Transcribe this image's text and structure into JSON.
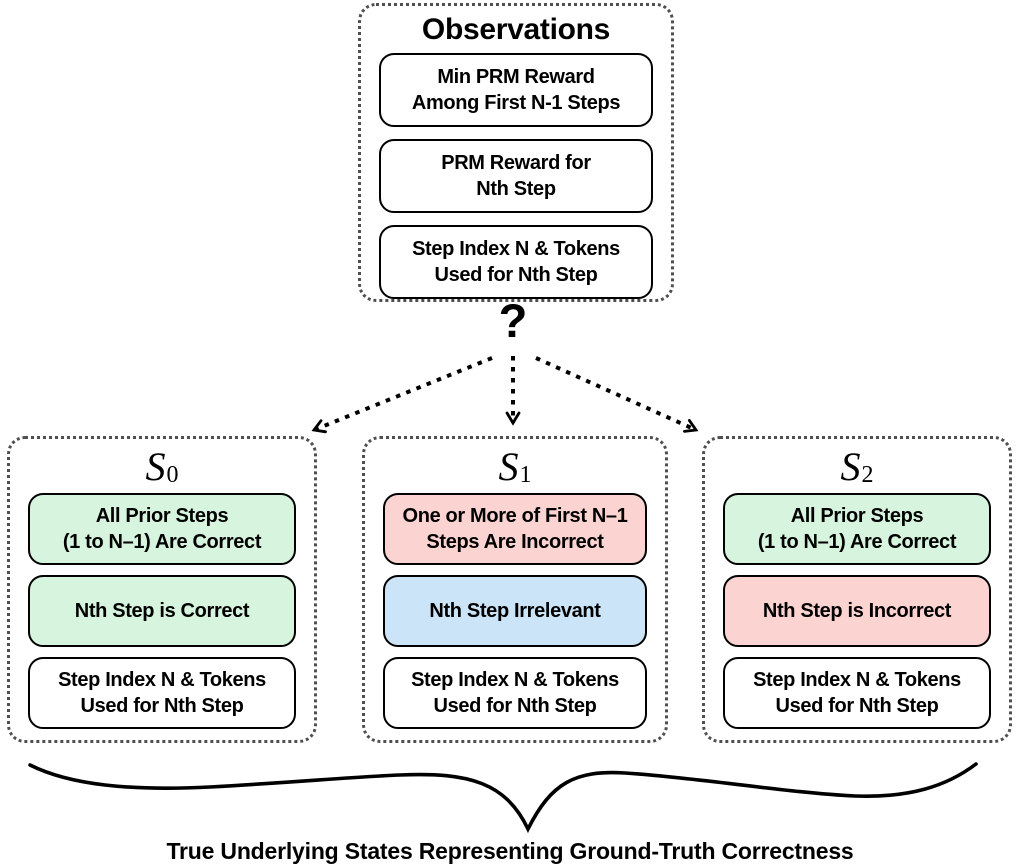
{
  "observations": {
    "title": "Observations",
    "items": [
      {
        "text": "Min PRM Reward\nAmong First N-1 Steps"
      },
      {
        "text": "PRM Reward for\nNth Step"
      },
      {
        "text": "Step Index N & Tokens\nUsed for Nth Step"
      }
    ]
  },
  "question_mark": "?",
  "states": [
    {
      "label_base": "S",
      "label_sub": "0",
      "items": [
        {
          "text": "All Prior Steps\n(1 to N–1) Are Correct",
          "color": "green"
        },
        {
          "text": "Nth Step is Correct",
          "color": "green"
        },
        {
          "text": "Step Index N & Tokens\nUsed for Nth Step",
          "color": "white"
        }
      ]
    },
    {
      "label_base": "S",
      "label_sub": "1",
      "items": [
        {
          "text": "One or More of First N–1\nSteps Are Incorrect",
          "color": "red"
        },
        {
          "text": "Nth Step Irrelevant",
          "color": "blue"
        },
        {
          "text": "Step Index N & Tokens\nUsed for Nth Step",
          "color": "white"
        }
      ]
    },
    {
      "label_base": "S",
      "label_sub": "2",
      "items": [
        {
          "text": "All Prior Steps\n(1 to N–1) Are Correct",
          "color": "green"
        },
        {
          "text": "Nth Step is Incorrect",
          "color": "red"
        },
        {
          "text": "Step Index N & Tokens\nUsed for Nth Step",
          "color": "white"
        }
      ]
    }
  ],
  "caption": "True Underlying States Representing Ground-Truth Correctness",
  "colors": {
    "state_positive_green": "#d7f5de",
    "state_negative_red": "#fbd4d1",
    "state_neutral_blue": "#cbe4f8",
    "dotted_border_gray": "#4f4f4f",
    "line_black": "#000000"
  }
}
